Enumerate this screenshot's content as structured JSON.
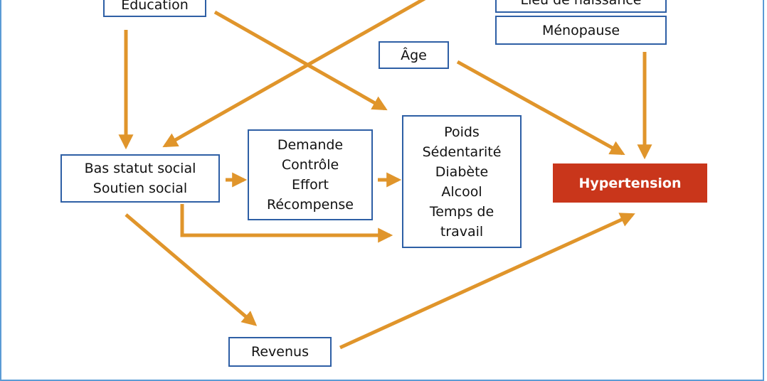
{
  "nodes": {
    "education": {
      "lines": [
        "Education"
      ]
    },
    "lieu": {
      "lines": [
        "Lieu de naissance"
      ]
    },
    "menopause": {
      "lines": [
        "Ménopause"
      ]
    },
    "age": {
      "lines": [
        "Âge"
      ]
    },
    "statut": {
      "lines": [
        "Bas statut social",
        "Soutien social"
      ]
    },
    "demande": {
      "lines": [
        "Demande",
        "Contrôle",
        "Effort",
        "Récompense"
      ]
    },
    "poids": {
      "lines": [
        "Poids",
        "Sédentarité",
        "Diabète",
        "Alcool",
        "Temps de",
        "travail"
      ]
    },
    "hypertension": {
      "lines": [
        "Hypertension"
      ]
    },
    "revenus": {
      "lines": [
        "Revenus"
      ]
    }
  },
  "colors": {
    "arrow": "#e0952b",
    "box_border": "#2e5fa5",
    "highlight_fill": "#c9361b",
    "frame": "#5b9bd5"
  }
}
